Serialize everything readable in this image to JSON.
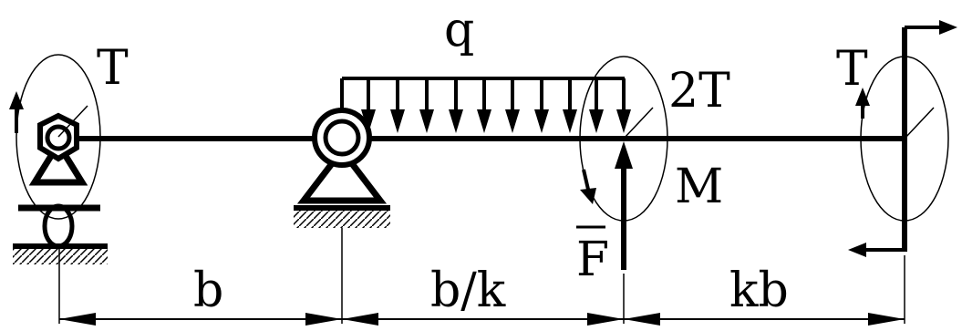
{
  "labels": {
    "load": "q",
    "torque_left": "T",
    "torque_middle": "2T",
    "torque_right": "T",
    "moment": "M",
    "force": "F",
    "dim_1": "b",
    "dim_2": "b/k",
    "dim_3": "kb"
  },
  "colors": {
    "ink": "#000000",
    "background": "#ffffff"
  }
}
